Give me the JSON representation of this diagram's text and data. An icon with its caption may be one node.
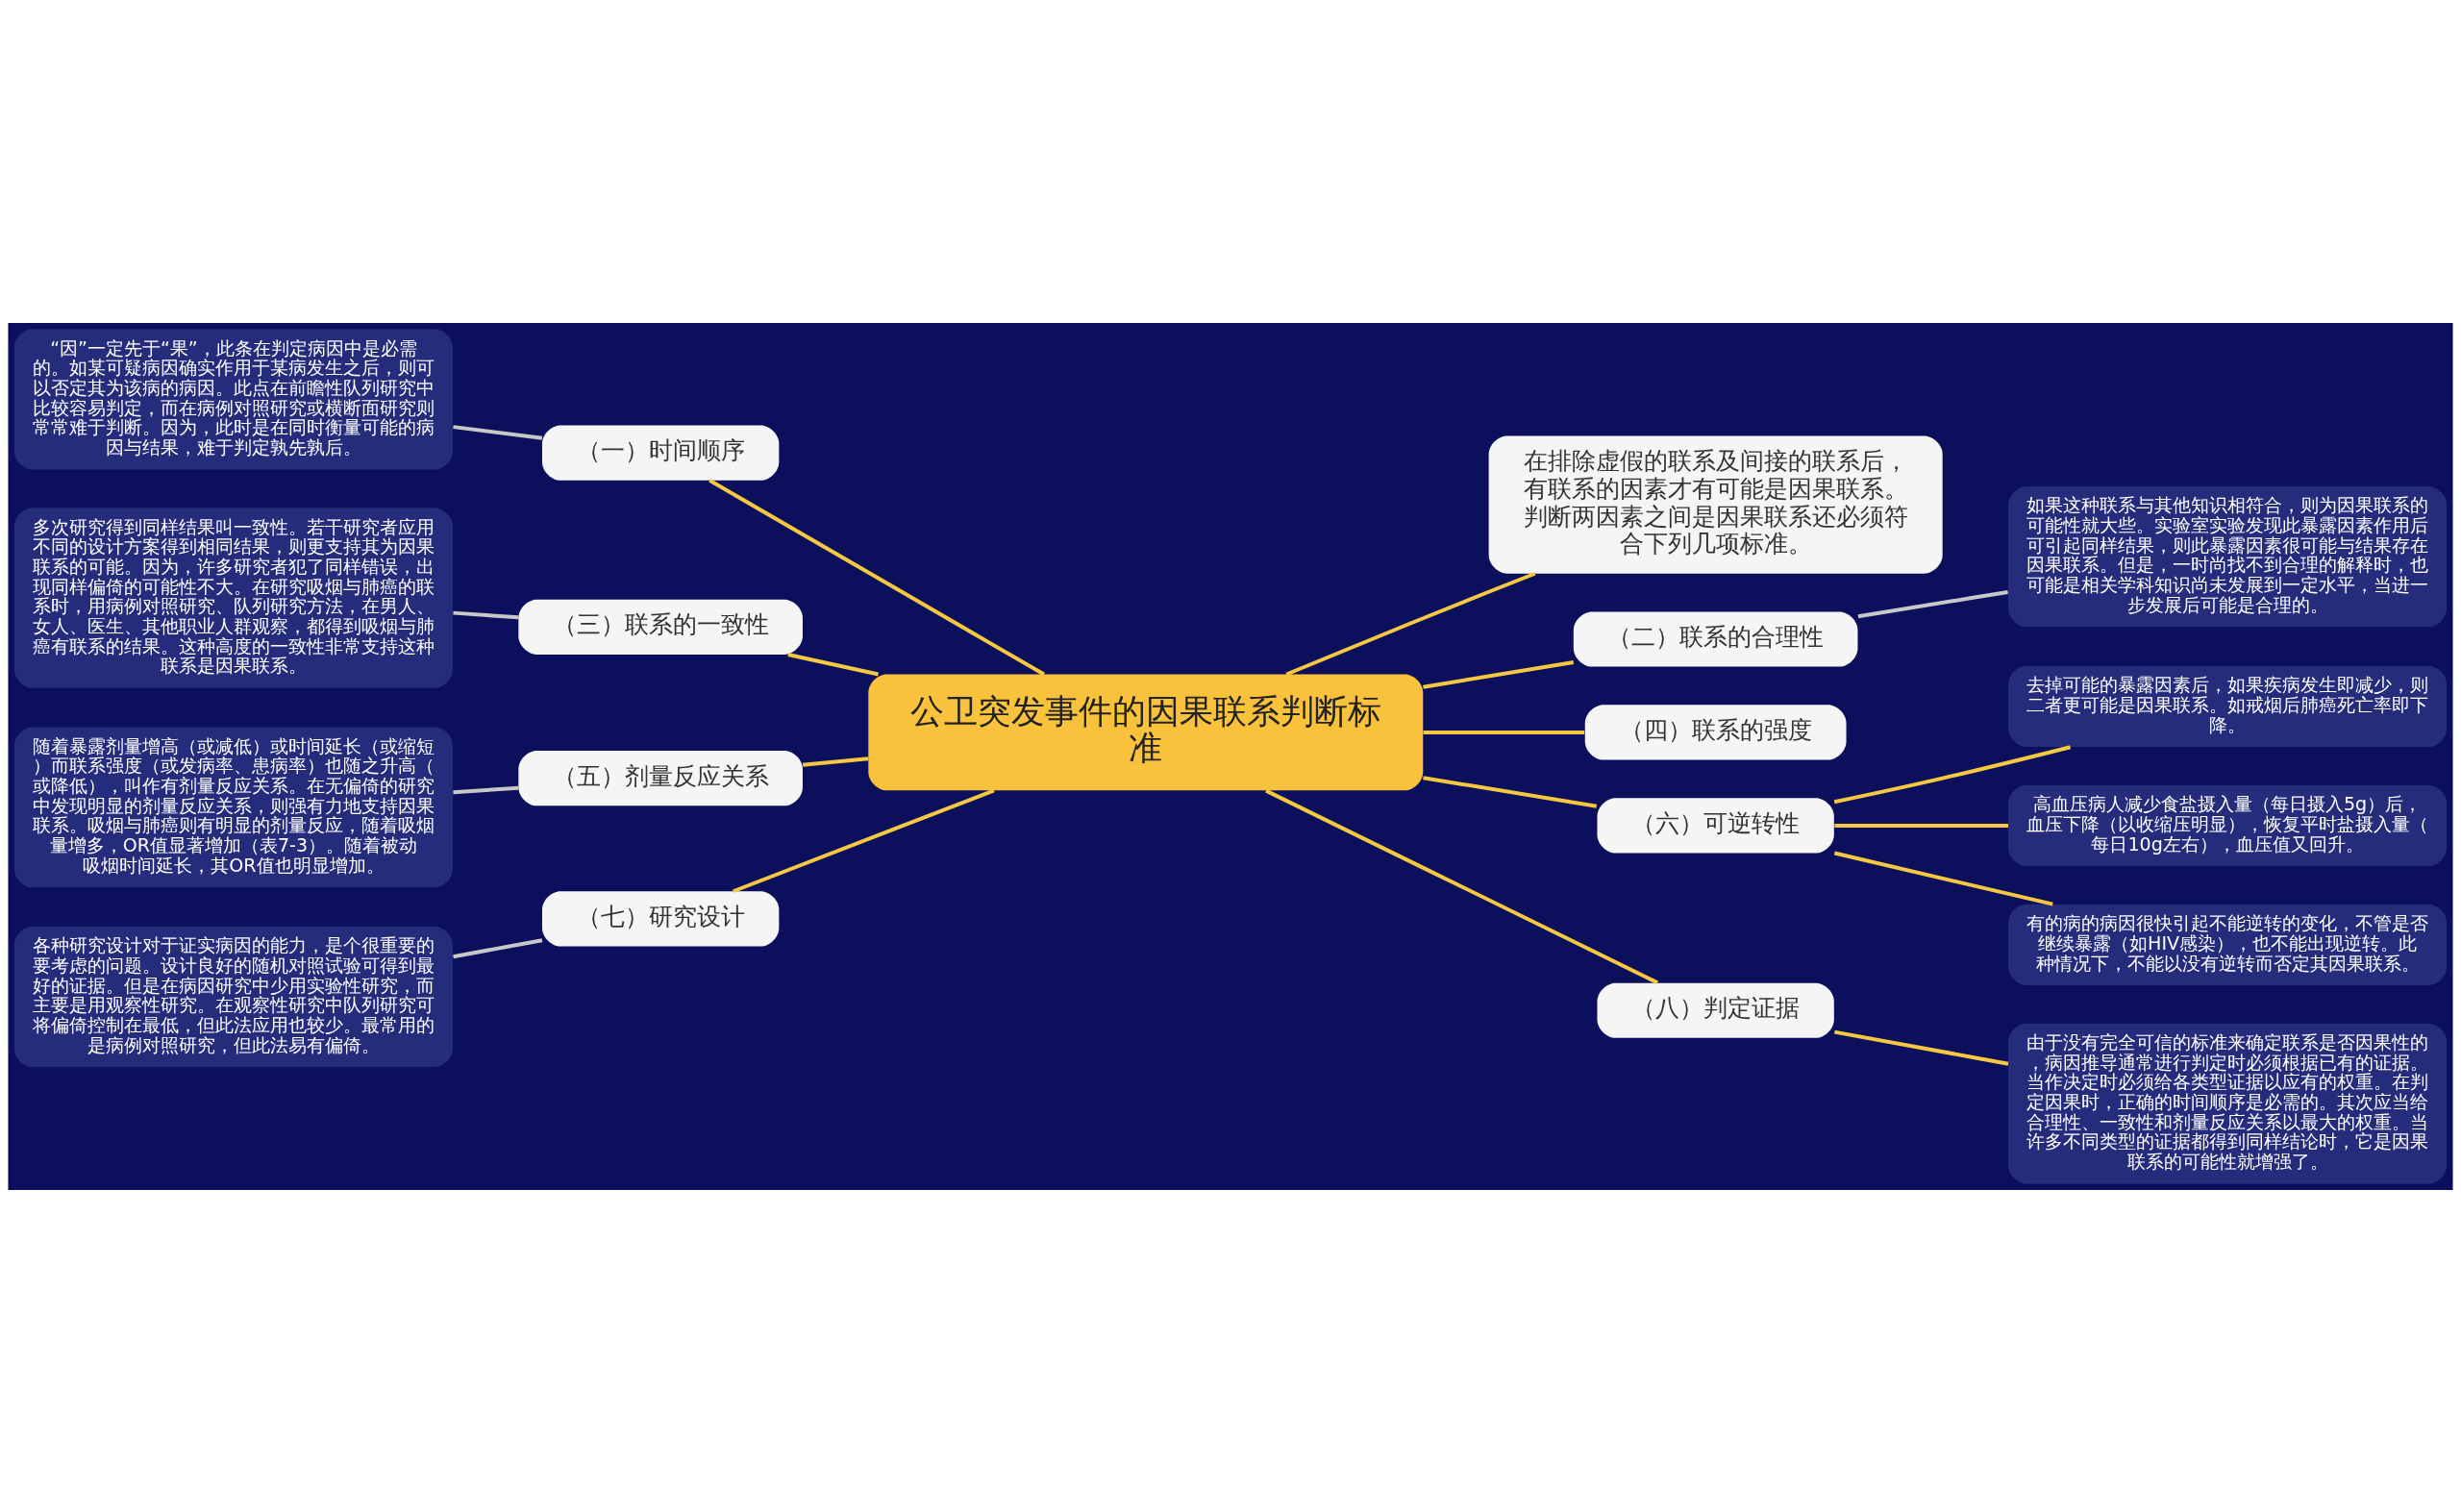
{
  "diagram": {
    "nodes": [
      {
        "text": [
          "公卫突发事件的因果联系判断标准"
        ]
      },
      {
        "text": [
          "在排除虚假的联系及间接的联系后，有联系的因素才有可能是因果联系。判断两因素之间是因果联系还必须符合下列几项标准。"
        ]
      },
      {
        "text": [
          "（一）时间顺序"
        ]
      },
      {
        "text": [
          "“因”一定先于“果”，此条在判定病因中是必需的。如某可疑病因确实作用于某病发生之后，则可以否定其为该病的病因。此点在前瞻性队列研究中比较容易判定，而在病例对照研究或横断面研究则常常难于判断。因为，此时是在同时衡量可能的病因与结果，难于判定孰先孰后。"
        ]
      },
      {
        "text": [
          "（二）联系的合理性"
        ]
      },
      {
        "text": [
          "如果这种联系与其他知识相符合，则为因果联系的可能性就大些。实验室实验发现此暴露因素作用后可引起同样结果，则此暴露因素很可能与结果存在因果联系。但是，一时尚找不到合理的解释时，也可能是相关学科知识尚未发展到一定水平，当进一步发展后可能是合理的。"
        ]
      },
      {
        "text": [
          "（三）联系的一致性"
        ]
      },
      {
        "text": [
          "多次研究得到同样结果叫一致性。若干研究者应用不同的设计方案得到相同结果，则更支持其为因果联系的可能。因为，许多研究者犯了同样错误，出现同样偏倚的可能性不大。在研究吸烟与肺癌的联系时，用病例对照研究、队列研究方法，在男人、女人、医生、其他职业人群观察，都得到吸烟与肺癌有联系的结果。这种高度的一致性非常支持这种联系是因果联系。"
        ]
      },
      {
        "text": [
          "（四）联系的强度"
        ]
      },
      {
        "text": [
          "（五）剂量反应关系"
        ]
      },
      {
        "text": [
          "随着暴露剂量增高（或减低）或时间延长（或缩短）而联系强度（或发病率、患病率）也随之升高（或降低），叫作有剂量反应关系。在无偏倚的研究中发现明显的剂量反应关系，则强有力地支持因果联系。吸烟与肺癌则有明显的剂量反应，随着吸烟量增多，OR值显著增加（表7-3）。随着被动吸烟时间延长，其OR值也明显增加。"
        ]
      },
      {
        "text": [
          "（六）可逆转性"
        ]
      },
      {
        "text": [
          "去掉可能的暴露因素后，如果疾病发生即减少，则二者更可能是因果联系。如戒烟后肺癌死亡率即下降。"
        ]
      },
      {
        "text": [
          "高血压病人减少食盐摄入量（每日摄入5g）后，血压下降（以收缩压明显），恢复平时盐摄入量（每日10g左右），血压值又回升。"
        ]
      },
      {
        "text": [
          "有的病的病因很快引起不能逆转的变化，不管是否继续暴露（如HIV感染），也不能出现逆转。此种情况下，不能以没有逆转而否定其因果联系。"
        ]
      },
      {
        "text": [
          "（七）研究设计"
        ]
      },
      {
        "text": [
          "各种研究设计对于证实病因的能力，是个很重要的要考虑的问题。设计良好的随机对照试验可得到最好的证据。但是在病因研究中少用实验性研究，而主要是用观察性研究。在观察性研究中队列研究可将偏倚控制在最低，但此法应用也较少。最常用的是病例对照研究，但此法易有偏倚。"
        ]
      },
      {
        "text": [
          "（八）判定证据"
        ]
      },
      {
        "text": [
          "由于没有完全可信的标准来确定联系是否因果性的，病因推导通常进行判定时必须根据已有的证据。当作决定时必须给各类型证据以应有的权重。在判定因果时，正确的时间顺序是必需的。其次应当给合理性、一致性和剂量反应关系以最大的权重。当许多不同类型的证据都得到同样结论时，它是因果联系的可能性就增强了。"
        ]
      }
    ],
    "edges": [
      {
        "from": 0,
        "to": 1,
        "arrow": "none"
      },
      {
        "from": 0,
        "to": 2,
        "arrow": "none"
      },
      {
        "from": 2,
        "to": 3,
        "arrow": "none",
        "color": "#c8c8c8"
      },
      {
        "from": 0,
        "to": 4,
        "arrow": "none"
      },
      {
        "from": 4,
        "to": 5,
        "arrow": "none",
        "color": "#c8c8c8"
      },
      {
        "from": 0,
        "to": 6,
        "arrow": "none"
      },
      {
        "from": 6,
        "to": 7,
        "arrow": "none",
        "color": "#c8c8c8"
      },
      {
        "from": 0,
        "to": 8,
        "arrow": "none"
      },
      {
        "from": 0,
        "to": 9,
        "arrow": "none"
      },
      {
        "from": 9,
        "to": 10,
        "arrow": "none",
        "color": "#c8c8c8"
      },
      {
        "from": 0,
        "to": 11,
        "arrow": "none"
      },
      {
        "from": 11,
        "to": 12,
        "arrow": "none"
      },
      {
        "from": 11,
        "to": 13,
        "arrow": "none"
      },
      {
        "from": 11,
        "to": 14,
        "arrow": "none"
      },
      {
        "from": 0,
        "to": 15,
        "arrow": "none"
      },
      {
        "from": 15,
        "to": 16,
        "arrow": "none",
        "color": "#c8c8c8"
      },
      {
        "from": 0,
        "to": 17,
        "arrow": "none"
      },
      {
        "from": 17,
        "to": 18,
        "arrow": "none"
      }
    ]
  }
}
